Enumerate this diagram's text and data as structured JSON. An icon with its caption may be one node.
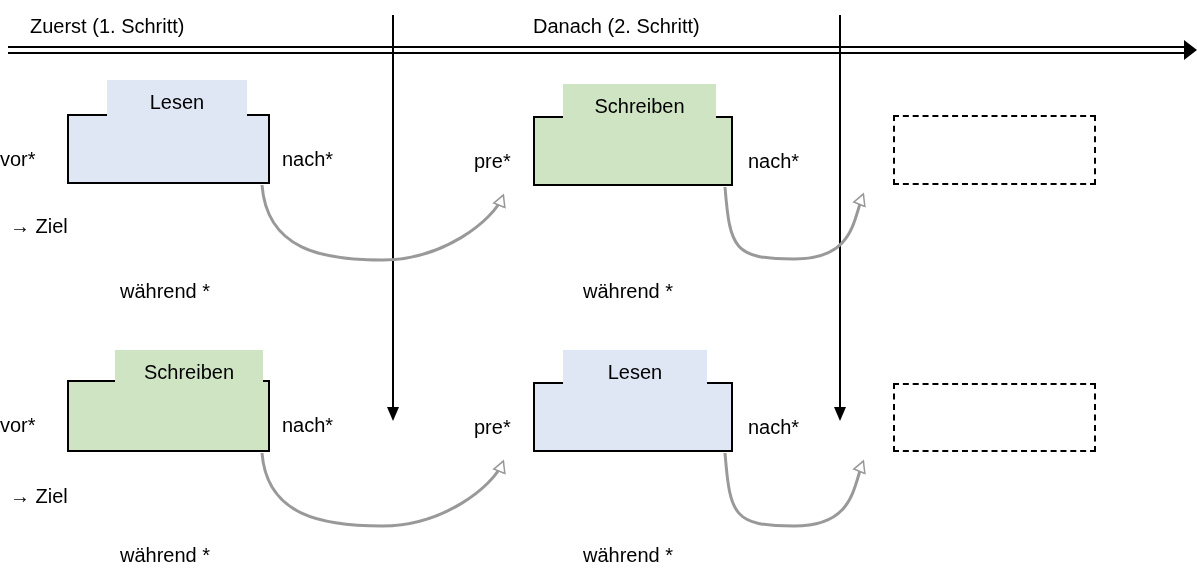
{
  "diagram": {
    "nodes": [
      {
        "text": [
          "Lesen"
        ],
        "beside": [
          "vor*",
          "nach*"
        ]
      },
      {
        "text": [
          "Schreiben"
        ],
        "beside": [
          "pre*",
          "nach*"
        ]
      },
      {
        "text": [],
        "shape": "box"
      },
      {
        "text": [
          "Schreiben"
        ],
        "beside": [
          "vor*",
          "nach*"
        ]
      },
      {
        "text": [
          "Lesen"
        ],
        "beside": [
          "pre*",
          "nach*"
        ]
      },
      {
        "text": [],
        "shape": "box"
      }
    ],
    "edges": [
      {
        "from": 0,
        "to": 1,
        "arrow": "to"
      },
      {
        "from": 1,
        "to": 2,
        "arrow": "to"
      },
      {
        "from": 3,
        "to": 4,
        "arrow": "to"
      },
      {
        "from": 4,
        "to": 5,
        "arrow": "to"
      }
    ],
    "labels": [
      "Zuerst (1. Schritt)",
      "Danach (2. Schritt)",
      "→ Ziel",
      "während *",
      "während *",
      "→ Ziel",
      "während *",
      "während *"
    ]
  }
}
